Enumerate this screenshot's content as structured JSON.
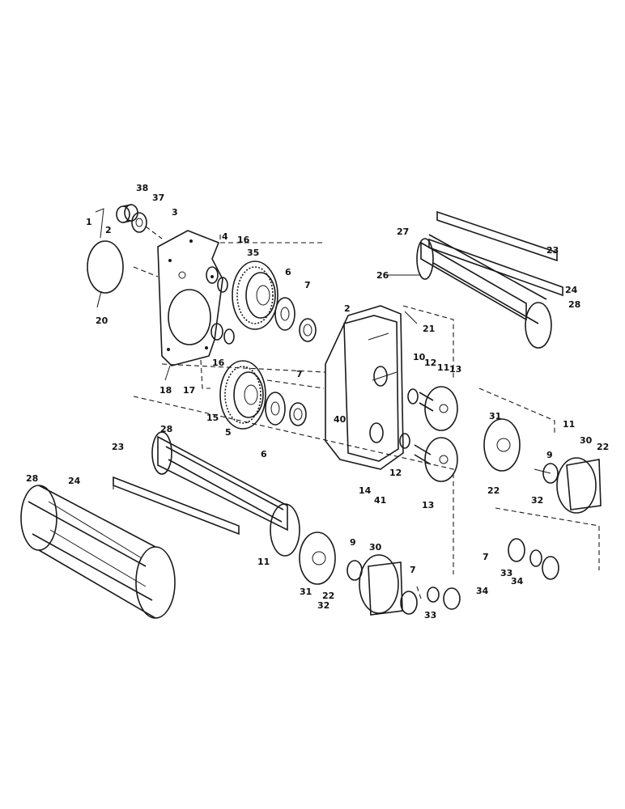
{
  "callouts": [
    {
      "id": "c38",
      "text": "38"
    },
    {
      "id": "c37",
      "text": "37"
    },
    {
      "id": "c1",
      "text": "1"
    },
    {
      "id": "c2a",
      "text": "2"
    },
    {
      "id": "c3",
      "text": "3"
    },
    {
      "id": "c4",
      "text": "4"
    },
    {
      "id": "c16a",
      "text": "16"
    },
    {
      "id": "c35",
      "text": "35"
    },
    {
      "id": "c6a",
      "text": "6"
    },
    {
      "id": "c7a",
      "text": "7"
    },
    {
      "id": "c20",
      "text": "20"
    },
    {
      "id": "c18",
      "text": "18"
    },
    {
      "id": "c16b",
      "text": "16"
    },
    {
      "id": "c17",
      "text": "17"
    },
    {
      "id": "c15",
      "text": "15"
    },
    {
      "id": "c5",
      "text": "5"
    },
    {
      "id": "c6b",
      "text": "6"
    },
    {
      "id": "c7b",
      "text": "7"
    },
    {
      "id": "c2b",
      "text": "2"
    },
    {
      "id": "c21",
      "text": "21"
    },
    {
      "id": "c10",
      "text": "10"
    },
    {
      "id": "c12a",
      "text": "12"
    },
    {
      "id": "c11a",
      "text": "11"
    },
    {
      "id": "c13a",
      "text": "13"
    },
    {
      "id": "c40",
      "text": "40"
    },
    {
      "id": "c12b",
      "text": "12"
    },
    {
      "id": "c14",
      "text": "14"
    },
    {
      "id": "c41",
      "text": "41"
    },
    {
      "id": "c13b",
      "text": "13"
    },
    {
      "id": "c27",
      "text": "27"
    },
    {
      "id": "c23a",
      "text": "23"
    },
    {
      "id": "c26",
      "text": "26"
    },
    {
      "id": "c24a",
      "text": "24"
    },
    {
      "id": "c28a",
      "text": "28"
    },
    {
      "id": "c31a",
      "text": "31"
    },
    {
      "id": "c11b",
      "text": "11"
    },
    {
      "id": "c30a",
      "text": "30"
    },
    {
      "id": "c22a",
      "text": "22"
    },
    {
      "id": "c9a",
      "text": "9"
    },
    {
      "id": "c22b",
      "text": "22"
    },
    {
      "id": "c32a",
      "text": "32"
    },
    {
      "id": "c7c",
      "text": "7"
    },
    {
      "id": "c33a",
      "text": "33"
    },
    {
      "id": "c34a",
      "text": "34"
    },
    {
      "id": "c28b",
      "text": "28"
    },
    {
      "id": "c23b",
      "text": "23"
    },
    {
      "id": "c24b",
      "text": "24"
    },
    {
      "id": "c28c",
      "text": "28"
    },
    {
      "id": "c11c",
      "text": "11"
    },
    {
      "id": "c9b",
      "text": "9"
    },
    {
      "id": "c30b",
      "text": "30"
    },
    {
      "id": "c31b",
      "text": "31"
    },
    {
      "id": "c22c",
      "text": "22"
    },
    {
      "id": "c32b",
      "text": "32"
    },
    {
      "id": "c7d",
      "text": "7"
    },
    {
      "id": "c33b",
      "text": "33"
    },
    {
      "id": "c34b",
      "text": "34"
    }
  ]
}
